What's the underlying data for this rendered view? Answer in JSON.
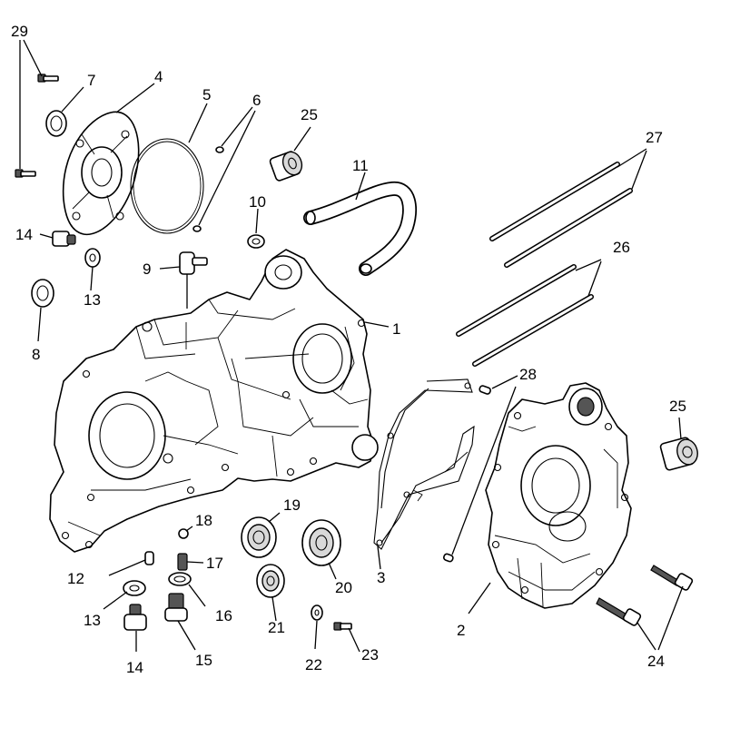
{
  "callouts": {
    "c1": "1",
    "c2": "2",
    "c3": "3",
    "c4": "4",
    "c5": "5",
    "c6": "6",
    "c7": "7",
    "c8": "8",
    "c9": "9",
    "c10": "10",
    "c11": "11",
    "c12": "12",
    "c13a": "13",
    "c13b": "13",
    "c14a": "14",
    "c14b": "14",
    "c15": "15",
    "c16": "16",
    "c17": "17",
    "c18": "18",
    "c19": "19",
    "c20": "20",
    "c21": "21",
    "c22": "22",
    "c23": "23",
    "c24": "24",
    "c25a": "25",
    "c25b": "25",
    "c26": "26",
    "c27": "27",
    "c28": "28",
    "c29": "29"
  }
}
